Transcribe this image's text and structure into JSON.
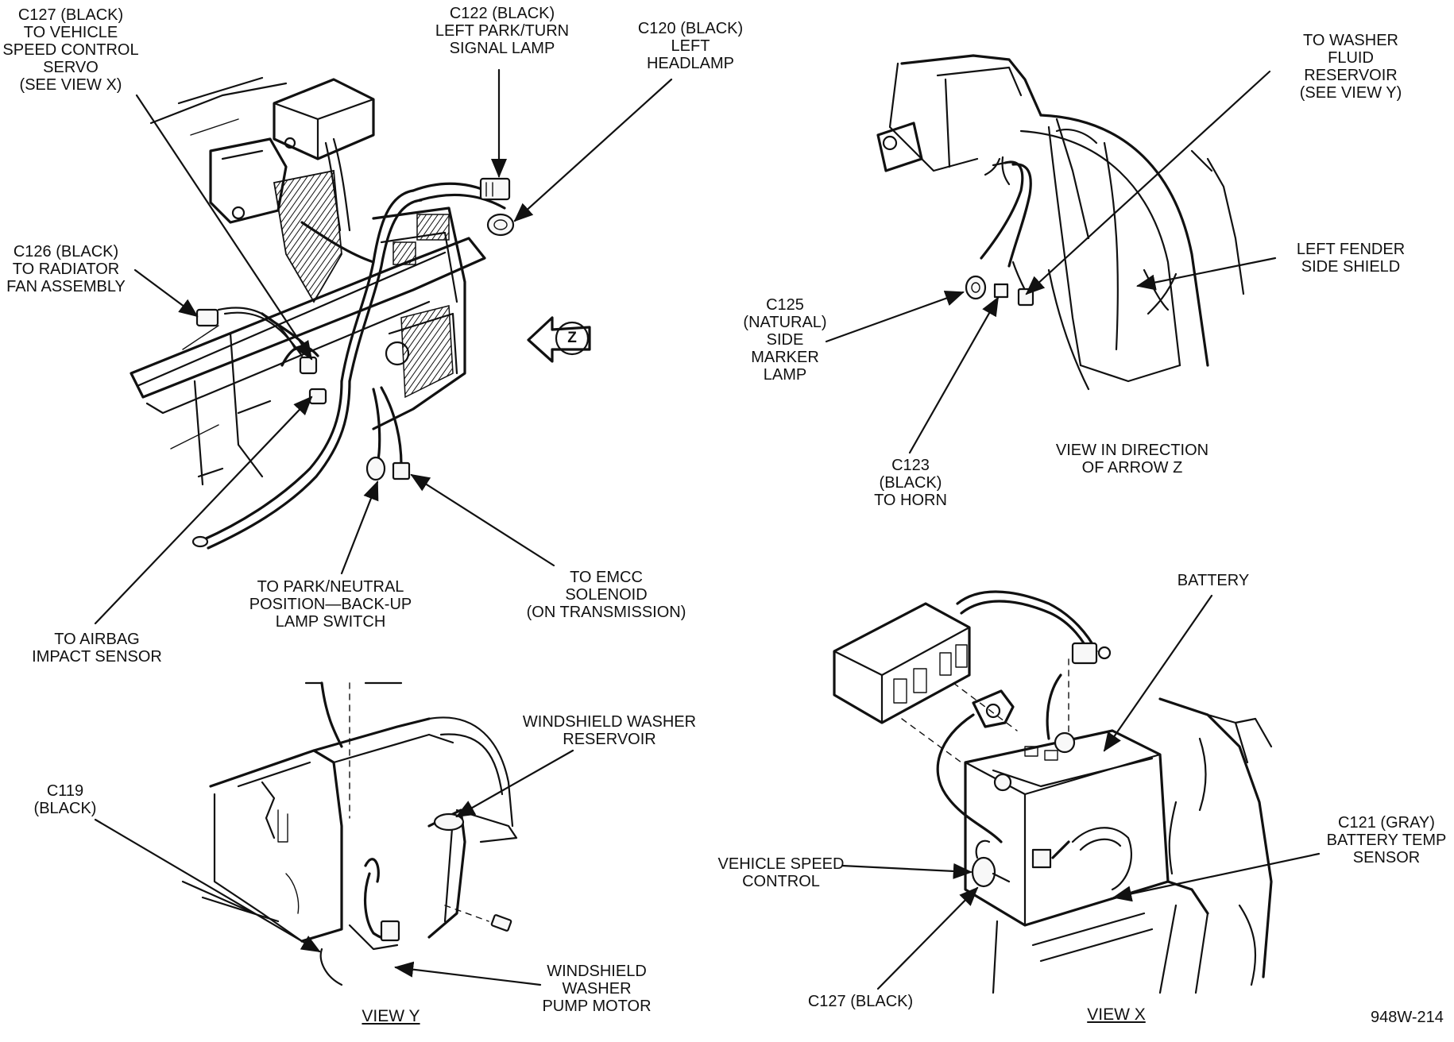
{
  "labels": {
    "c127_servo": "C127 (BLACK)\nTO VEHICLE\nSPEED CONTROL\nSERVO\n(SEE VIEW X)",
    "c122": "C122 (BLACK)\nLEFT PARK/TURN\nSIGNAL LAMP",
    "c120": "C120 (BLACK)\nLEFT\nHEADLAMP",
    "c126": "C126 (BLACK)\nTO RADIATOR\nFAN ASSEMBLY",
    "park_neutral": "TO PARK/NEUTRAL\nPOSITION—BACK-UP\nLAMP SWITCH",
    "emcc": "TO EMCC\nSOLENOID\n(ON TRANSMISSION)",
    "airbag": "TO AIRBAG\nIMPACT SENSOR",
    "washer_fluid": "TO WASHER\nFLUID\nRESERVOIR\n(SEE VIEW Y)",
    "fender_shield": "LEFT FENDER\nSIDE SHIELD",
    "c125": "C125\n(NATURAL)\nSIDE\nMARKER\nLAMP",
    "c123": "C123\n(BLACK)\nTO HORN",
    "view_z": "VIEW IN DIRECTION\nOF ARROW Z",
    "washer_reservoir": "WINDSHIELD WASHER\nRESERVOIR",
    "c119": "C119\n(BLACK)",
    "washer_pump": "WINDSHIELD\nWASHER\nPUMP MOTOR",
    "battery": "BATTERY",
    "c121": "C121 (GRAY)\nBATTERY TEMP\nSENSOR",
    "vsc": "VEHICLE SPEED\nCONTROL",
    "c127_black": "C127 (BLACK)"
  },
  "arrow_z_letter": "Z",
  "view_titles": {
    "view_y": "VIEW Y",
    "view_x": "VIEW X"
  },
  "figure_id": "948W-214",
  "colors": {
    "ink": "#111111",
    "paper": "#ffffff"
  }
}
